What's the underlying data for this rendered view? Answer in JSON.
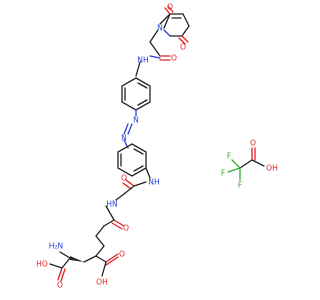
{
  "atom_labels": {
    "mal_o_top": "O",
    "mal_n": "N",
    "mal_o_bottom": "O",
    "amide1_o": "O",
    "amide1_nh": "NH",
    "azo_n1": "N",
    "azo_n2": "N",
    "amide2_o": "O",
    "amide2_nh": "NH",
    "amide3_hn": "HN",
    "amide3_o": "O",
    "amine": "H₂N",
    "acid1_oh": "HO",
    "acid1_o": "O",
    "acid2_oh": "OH",
    "acid2_o": "O",
    "tfa_o": "O",
    "tfa_oh": "OH",
    "tfa_f1": "F",
    "tfa_f2": "F",
    "tfa_f3": "F"
  },
  "colors": {
    "carbon": "#222222",
    "oxygen": "#e02020",
    "nitrogen": "#2a3fd6",
    "fluorine": "#33aa33"
  }
}
